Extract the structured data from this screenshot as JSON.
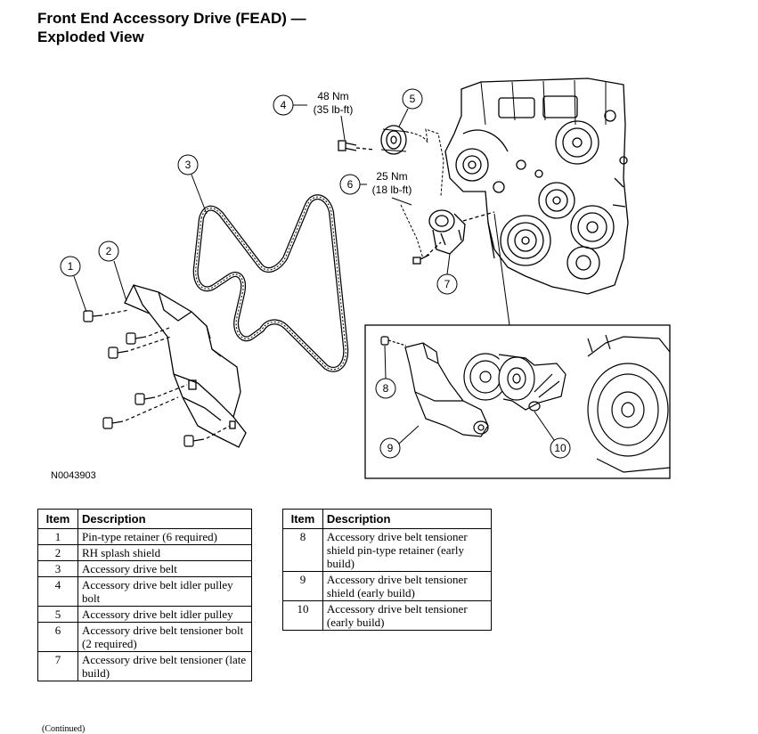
{
  "title": {
    "line1": "Front End Accessory Drive (FEAD) —",
    "line2": "Exploded View"
  },
  "figure_id": "N0043903",
  "callouts": {
    "c1": "1",
    "c2": "2",
    "c3": "3",
    "c4": "4",
    "c5": "5",
    "c6": "6",
    "c7": "7",
    "c8": "8",
    "c9": "9",
    "c10": "10"
  },
  "torque": {
    "t4_nm": "48 Nm",
    "t4_lbft": "(35 lb-ft)",
    "t6_nm": "25 Nm",
    "t6_lbft": "(18 lb-ft)"
  },
  "table": {
    "header_item": "Item",
    "header_desc": "Description",
    "rows": [
      {
        "item": "1",
        "desc": "Pin-type retainer (6 required)"
      },
      {
        "item": "2",
        "desc": "RH splash shield"
      },
      {
        "item": "3",
        "desc": "Accessory drive belt"
      },
      {
        "item": "4",
        "desc": "Accessory drive belt idler pulley bolt"
      },
      {
        "item": "5",
        "desc": "Accessory drive belt idler pulley"
      },
      {
        "item": "6",
        "desc": "Accessory drive belt tensioner bolt (2 required)"
      },
      {
        "item": "7",
        "desc": "Accessory drive belt tensioner (late build)"
      },
      {
        "item": "8",
        "desc": "Accessory drive belt tensioner shield pin-type retainer (early build)"
      },
      {
        "item": "9",
        "desc": "Accessory drive belt tensioner shield (early build)"
      },
      {
        "item": "10",
        "desc": "Accessory drive belt tensioner (early build)"
      }
    ]
  },
  "continued": "(Continued)"
}
